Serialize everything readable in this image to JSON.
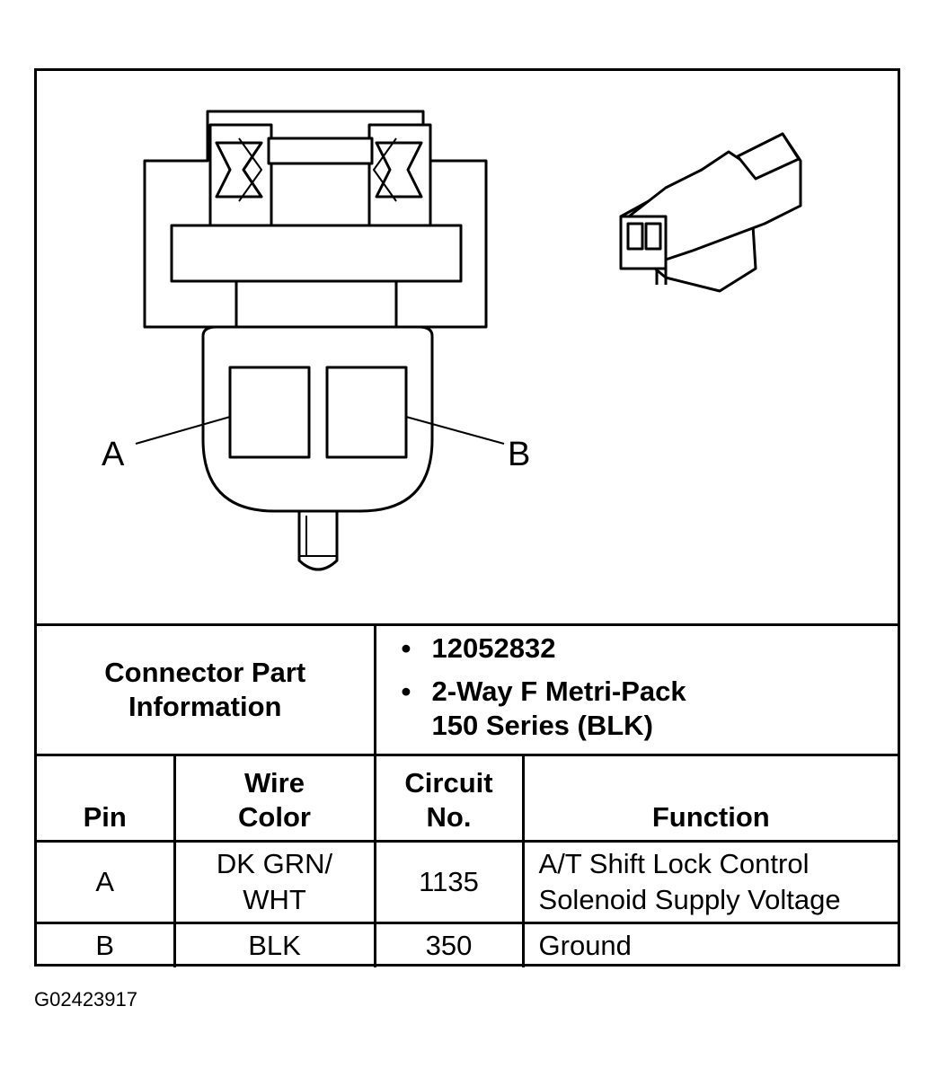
{
  "diagram": {
    "pin_labels": {
      "a": "A",
      "b": "B"
    }
  },
  "connector_info": {
    "heading_line1": "Connector Part",
    "heading_line2": "Information",
    "items": [
      {
        "line1": "12052832",
        "line2": ""
      },
      {
        "line1": "2-Way F Metri-Pack",
        "line2": "150 Series (BLK)"
      }
    ]
  },
  "table": {
    "headers": {
      "pin": "Pin",
      "wire_color_line1": "Wire",
      "wire_color_line2": "Color",
      "circuit_line1": "Circuit",
      "circuit_line2": "No.",
      "function": "Function"
    },
    "rows": [
      {
        "pin": "A",
        "wire_line1": "DK GRN/",
        "wire_line2": "WHT",
        "circuit": "1135",
        "function_line1": "A/T Shift Lock Control",
        "function_line2": "Solenoid Supply Voltage"
      },
      {
        "pin": "B",
        "wire_line1": "BLK",
        "wire_line2": "",
        "circuit": "350",
        "function_line1": "Ground",
        "function_line2": ""
      }
    ]
  },
  "figure_id": "G02423917"
}
